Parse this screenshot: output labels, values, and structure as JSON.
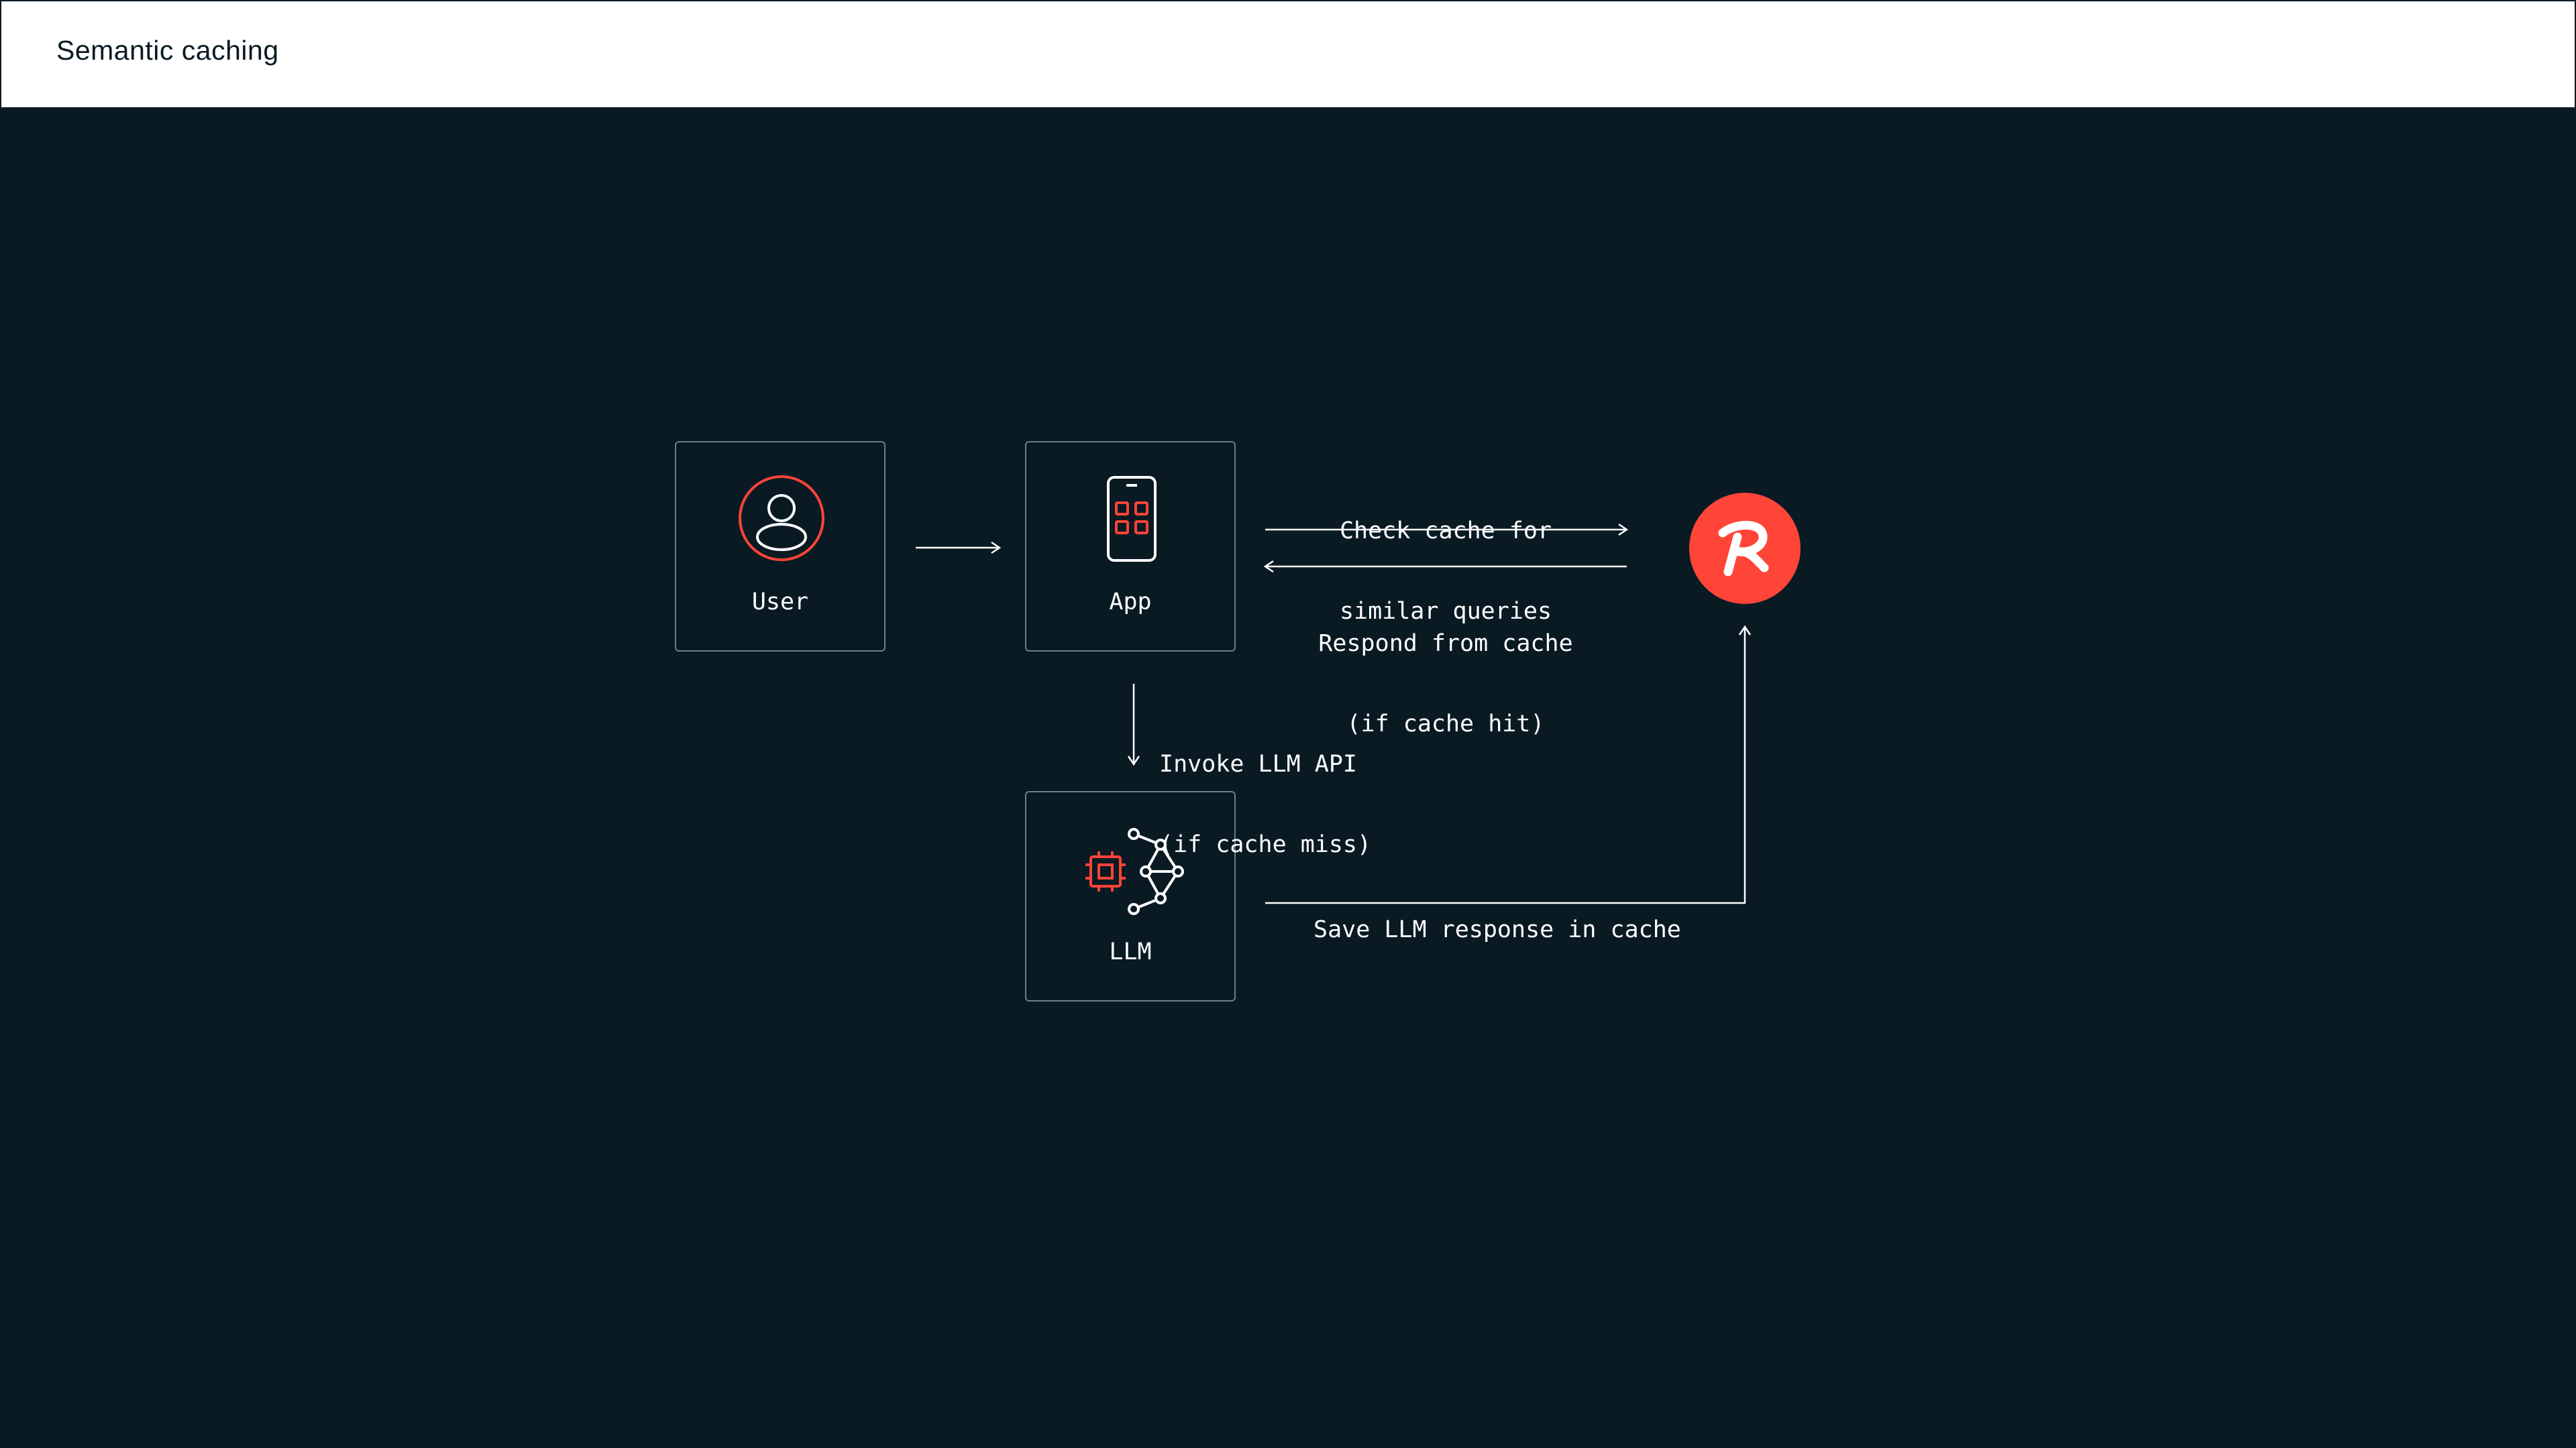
{
  "header": {
    "title": "Semantic caching"
  },
  "nodes": {
    "user": {
      "label": "User",
      "icon": "user-icon"
    },
    "app": {
      "label": "App",
      "icon": "mobile-app-icon"
    },
    "llm": {
      "label": "LLM",
      "icon": "llm-network-icon"
    },
    "cache": {
      "icon": "redis-logo-icon"
    }
  },
  "edges": {
    "check_cache": {
      "line1": "Check cache for",
      "line2": "similar queries"
    },
    "respond_cache": {
      "line1": "Respond from cache",
      "line2": "(if cache hit)"
    },
    "invoke_llm": {
      "line1": "Invoke LLM API",
      "line2": "(if cache miss)"
    },
    "save_response": {
      "label": "Save LLM response in cache"
    }
  },
  "colors": {
    "background": "#091a23",
    "accent": "#ff4438",
    "stroke": "#ffffff",
    "border": "#6a7f8c"
  }
}
